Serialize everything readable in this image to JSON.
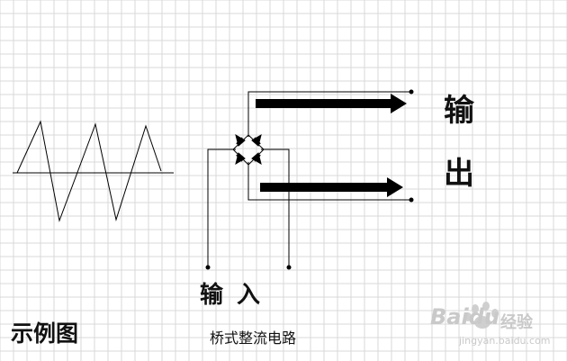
{
  "labels": {
    "output_char1": "输",
    "output_char2": "出",
    "input": "输 入",
    "example": "示例图",
    "caption": "桥式整流电路"
  },
  "watermark": {
    "brand": "Baidu",
    "suffix": "经验",
    "url": "jingyan.baidu.com"
  },
  "colors": {
    "grid": "#d8d8d8",
    "line": "#000000"
  }
}
